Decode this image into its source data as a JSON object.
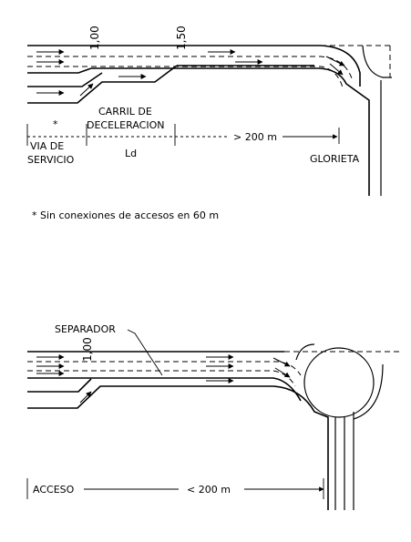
{
  "top": {
    "width_label_1": "1,00",
    "width_label_2": "1,50",
    "asterisk": "*",
    "carril_line1": "CARRIL DE",
    "carril_line2": "DECELERACION",
    "distance": "> 200 m",
    "via_line1": "VIA DE",
    "via_line2": "SERVICIO",
    "ld": "Ld",
    "glorieta": "GLORIETA"
  },
  "note": "* Sin conexiones de accesos en 60 m",
  "bottom": {
    "separador": "SEPARADOR",
    "width_label": "1,00",
    "acceso": "ACCESO",
    "distance": "< 200 m"
  }
}
